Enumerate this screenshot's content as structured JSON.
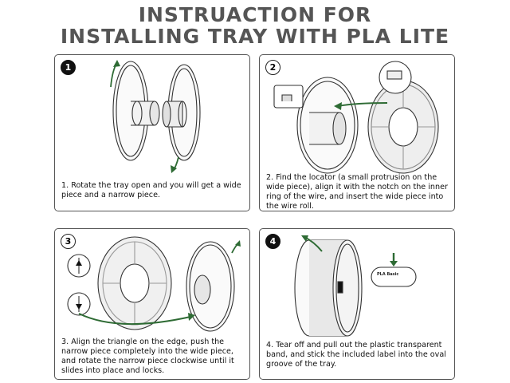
{
  "header": {
    "line1": "INSTRUACTION FOR",
    "line2": "INSTALLING TRAY WITH PLA LITE"
  },
  "steps": [
    {
      "number": "1",
      "text": "1. Rotate the tray open and you will get a wide piece and a narrow piece."
    },
    {
      "number": "2",
      "text": "2. Find the locator (a small protrusion on the wide piece), align it with the notch on the inner ring of the wire, and insert the wide piece into the wire roll."
    },
    {
      "number": "3",
      "text": "3. Align the triangle on the edge, push the narrow piece completely into the wide piece, and rotate the narrow piece clockwise until it slides into place and locks."
    },
    {
      "number": "4",
      "text": "4. Tear off and pull out the plastic transparent band, and stick the included label into the oval groove of the tray."
    }
  ],
  "label_sticker": {
    "text": "PLA Basic"
  },
  "colors": {
    "arrow": "#2e6b34",
    "line": "#333333",
    "title": "#555555"
  }
}
